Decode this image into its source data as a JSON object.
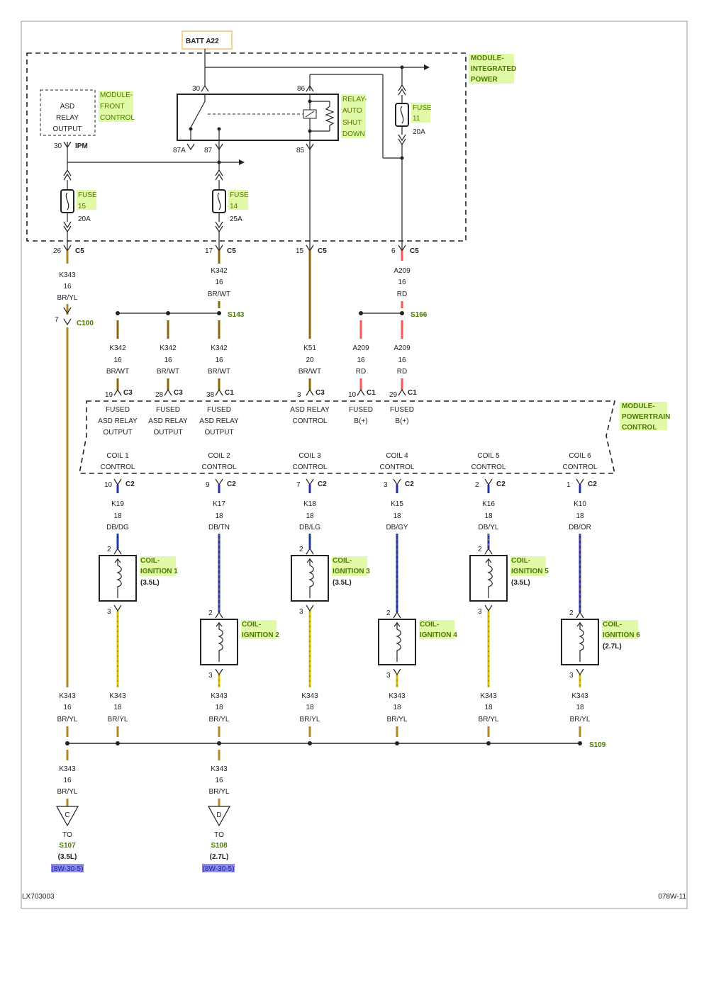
{
  "batt": "BATT A22",
  "modules": {
    "ipm": [
      "MODULE-",
      "INTEGRATED",
      "POWER"
    ],
    "fcm": [
      "MODULE-",
      "FRONT",
      "CONTROL"
    ],
    "relay": [
      "RELAY-",
      "AUTO",
      "SHUT",
      "DOWN"
    ],
    "pcm": [
      "MODULE-",
      "POWERTRAIN",
      "CONTROL"
    ],
    "asd_output": [
      "ASD",
      "RELAY",
      "OUTPUT"
    ]
  },
  "relay_pins": {
    "p30": "30",
    "p86": "86",
    "p87a": "87A",
    "p87": "87",
    "p85": "85"
  },
  "ipm_conn": {
    "num": "30",
    "name": "IPM"
  },
  "fuses": {
    "f11": {
      "l1": "FUSE",
      "l2": "11",
      "amp": "20A"
    },
    "f15": {
      "l1": "FUSE",
      "l2": "15",
      "amp": "20A"
    },
    "f14": {
      "l1": "FUSE",
      "l2": "14",
      "amp": "25A"
    }
  },
  "c5": {
    "c1": {
      "pin": "26",
      "conn": "C5"
    },
    "c2": {
      "pin": "17",
      "conn": "C5"
    },
    "c3": {
      "pin": "15",
      "conn": "C5"
    },
    "c4": {
      "pin": "6",
      "conn": "C5"
    }
  },
  "wires": {
    "k343_top": [
      "K343",
      "16",
      "BR/YL"
    ],
    "k342_top": [
      "K342",
      "16",
      "BR/WT"
    ],
    "a209_top": [
      "A209",
      "16",
      "RD"
    ],
    "k342_a": [
      "K342",
      "16",
      "BR/WT"
    ],
    "k342_b": [
      "K342",
      "16",
      "BR/WT"
    ],
    "k342_c": [
      "K342",
      "16",
      "BR/WT"
    ],
    "k51": [
      "K51",
      "20",
      "BR/WT"
    ],
    "a209_a": [
      "A209",
      "16",
      "RD"
    ],
    "a209_b": [
      "A209",
      "16",
      "RD"
    ]
  },
  "c100": {
    "pin": "7",
    "conn": "C100"
  },
  "splices": {
    "s143": "S143",
    "s166": "S166",
    "s109": "S109"
  },
  "pcm_conns": [
    {
      "pin": "19",
      "conn": "C3",
      "l1": "FUSED",
      "l2": "ASD RELAY",
      "l3": "OUTPUT"
    },
    {
      "pin": "28",
      "conn": "C3",
      "l1": "FUSED",
      "l2": "ASD RELAY",
      "l3": "OUTPUT"
    },
    {
      "pin": "38",
      "conn": "C1",
      "l1": "FUSED",
      "l2": "ASD RELAY",
      "l3": "OUTPUT"
    },
    {
      "pin": "3",
      "conn": "C3",
      "l1": "ASD RELAY",
      "l2": "CONTROL",
      "l3": ""
    },
    {
      "pin": "10",
      "conn": "C1",
      "l1": "FUSED",
      "l2": "B(+)",
      "l3": ""
    },
    {
      "pin": "29",
      "conn": "C1",
      "l1": "FUSED",
      "l2": "B(+)",
      "l3": ""
    }
  ],
  "coils": [
    {
      "ctl1": "COIL 1",
      "ctl2": "CONTROL",
      "pin": "10",
      "conn": "C2",
      "wire": "K19",
      "gauge": "18",
      "color": "DB/DG",
      "p_in": "2",
      "p_out": "3",
      "n1": "COIL-",
      "n2": "IGNITION 1",
      "eng": "(3.5L)"
    },
    {
      "ctl1": "COIL 2",
      "ctl2": "CONTROL",
      "pin": "9",
      "conn": "C2",
      "wire": "K17",
      "gauge": "18",
      "color": "DB/TN",
      "p_in": "2",
      "p_out": "3",
      "n1": "COIL-",
      "n2": "IGNITION 2",
      "eng": ""
    },
    {
      "ctl1": "COIL 3",
      "ctl2": "CONTROL",
      "pin": "7",
      "conn": "C2",
      "wire": "K18",
      "gauge": "18",
      "color": "DB/LG",
      "p_in": "2",
      "p_out": "3",
      "n1": "COIL-",
      "n2": "IGNITION 3",
      "eng": "(3.5L)"
    },
    {
      "ctl1": "COIL 4",
      "ctl2": "CONTROL",
      "pin": "3",
      "conn": "C2",
      "wire": "K15",
      "gauge": "18",
      "color": "DB/GY",
      "p_in": "2",
      "p_out": "3",
      "n1": "COIL-",
      "n2": "IGNITION 4",
      "eng": ""
    },
    {
      "ctl1": "COIL 5",
      "ctl2": "CONTROL",
      "pin": "2",
      "conn": "C2",
      "wire": "K16",
      "gauge": "18",
      "color": "DB/YL",
      "p_in": "2",
      "p_out": "3",
      "n1": "COIL-",
      "n2": "IGNITION 5",
      "eng": "(3.5L)"
    },
    {
      "ctl1": "COIL 6",
      "ctl2": "CONTROL",
      "pin": "1",
      "conn": "C2",
      "wire": "K10",
      "gauge": "18",
      "color": "DB/OR",
      "p_in": "2",
      "p_out": "3",
      "n1": "COIL-",
      "n2": "IGNITION 6",
      "eng": "(2.7L)"
    }
  ],
  "bottom_wires": [
    [
      "K343",
      "16",
      "BR/YL"
    ],
    [
      "K343",
      "18",
      "BR/YL"
    ],
    [
      "K343",
      "18",
      "BR/YL"
    ],
    [
      "K343",
      "18",
      "BR/YL"
    ],
    [
      "K343",
      "18",
      "BR/YL"
    ],
    [
      "K343",
      "18",
      "BR/YL"
    ],
    [
      "K343",
      "18",
      "BR/YL"
    ]
  ],
  "lower_wires": [
    [
      "K343",
      "16",
      "BR/YL"
    ],
    [
      "K343",
      "16",
      "BR/YL"
    ]
  ],
  "terminals": [
    {
      "letter": "C",
      "to": "TO",
      "splice": "S107",
      "eng": "(3.5L)",
      "ref": "(8W-30-5)"
    },
    {
      "letter": "D",
      "to": "TO",
      "splice": "S108",
      "eng": "(2.7L)",
      "ref": "(8W-30-5)"
    }
  ],
  "footer": {
    "left": "LX703003",
    "right": "078W-11"
  },
  "colors": {
    "brown": "#8a6a10",
    "tan": "#b08a20",
    "red": "#ff5555",
    "blue": "#2030b0",
    "yellow": "#d8c000",
    "dkgreen": "#1a6a3a",
    "green": "#4a7a00",
    "highlight": "#e2f9a8",
    "link": "#8c8cf0"
  }
}
